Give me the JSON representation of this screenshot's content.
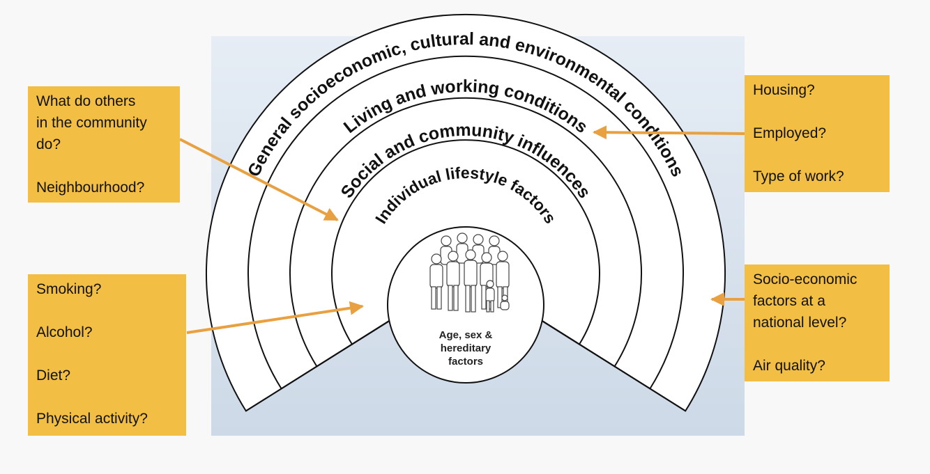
{
  "rings": {
    "outer": "General socioeconomic, cultural and environmental conditions",
    "living": "Living and working conditions",
    "social": "Social and community influences",
    "individual": "Individual lifestyle factors"
  },
  "core": {
    "line1": "Age, sex &",
    "line2": "hereditary",
    "line3": "factors"
  },
  "notes": {
    "community": {
      "line1": "What do others",
      "line2": "in the community",
      "line3": "do?",
      "line4": "Neighbourhood?"
    },
    "lifestyle": {
      "line1": "Smoking?",
      "line2": "Alcohol?",
      "line3": "Diet?",
      "line4": "Physical activity?"
    },
    "housing": {
      "line1": "Housing?",
      "line2": "Employed?",
      "line3": "Type of work?"
    },
    "national": {
      "line1": "Socio-economic",
      "line2": "factors at a",
      "line3": "national level?",
      "line4": "Air quality?"
    }
  },
  "colors": {
    "note_fill": "#f2be43",
    "arrow": "#e8a040",
    "panel": "#dde6f0"
  }
}
